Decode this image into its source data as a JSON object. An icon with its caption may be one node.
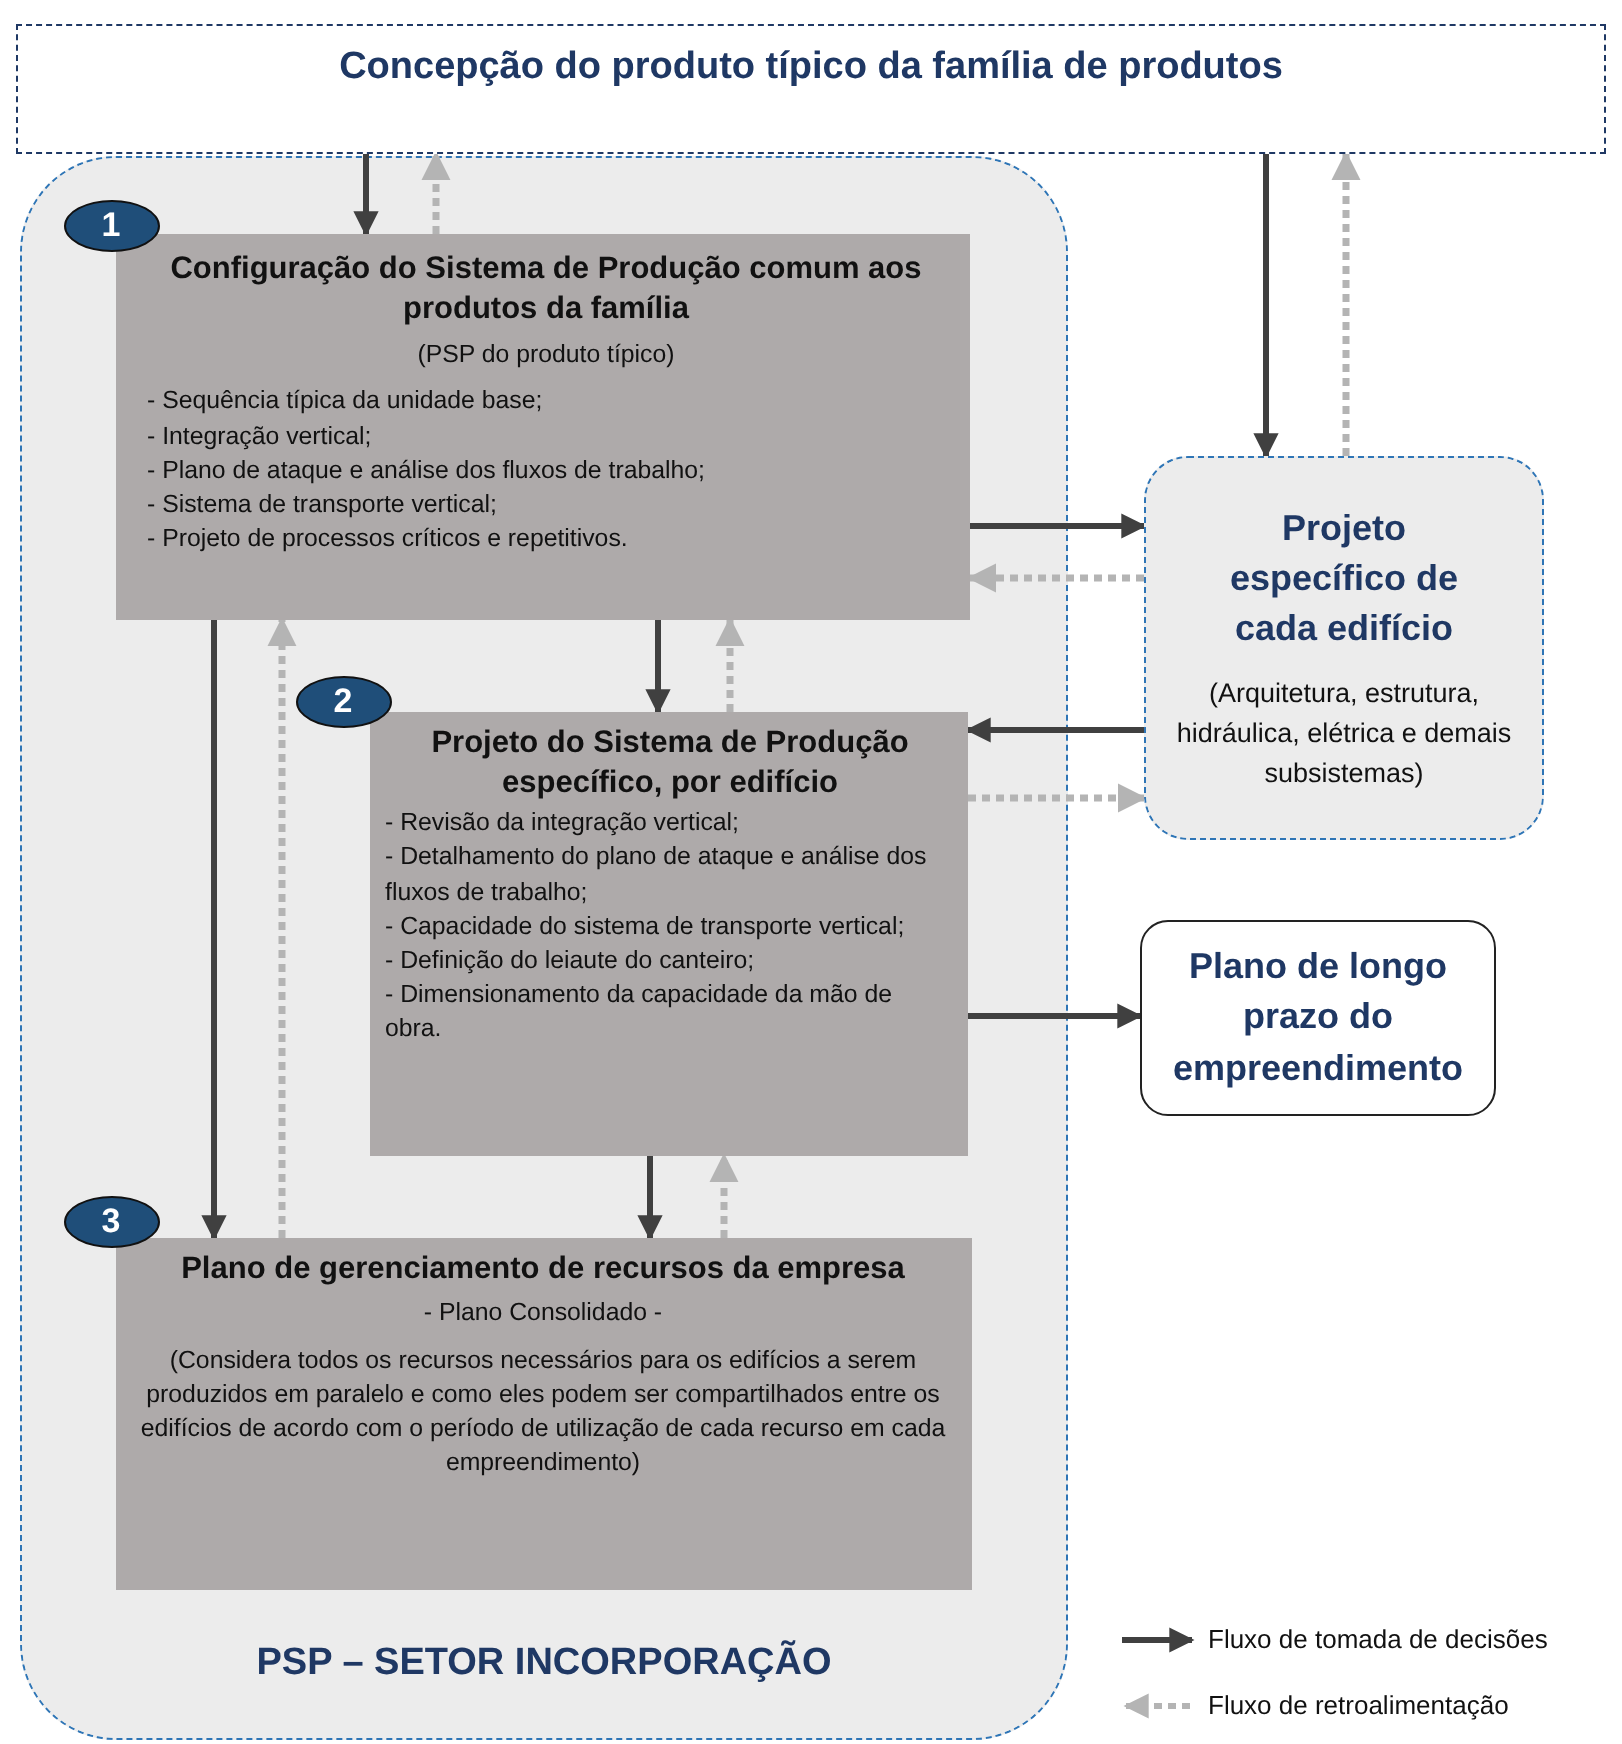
{
  "diagram": {
    "nodes": [
      {
        "text": [
          "Concepção do produto típico da família de produtos"
        ]
      },
      {
        "text": [
          "PSP – SETOR INCORPORAÇÃO"
        ]
      },
      {
        "text": [
          "1"
        ],
        "in": 1
      },
      {
        "text": [
          "Configuração do Sistema de Produção comum aos produtos da família",
          "(PSP do produto típico)",
          "- Sequência típica da unidade base;",
          "- Integração vertical;",
          "- Plano de ataque e análise dos fluxos de trabalho;",
          "- Sistema de transporte vertical;",
          "- Projeto de processos críticos e repetitivos."
        ],
        "in": 1
      },
      {
        "text": [
          "2"
        ],
        "in": 1
      },
      {
        "text": [
          "Projeto do Sistema de Produção específico, por edifício",
          "- Revisão da integração vertical;",
          "- Detalhamento do plano de ataque e análise dos fluxos de trabalho;",
          "- Capacidade do sistema de transporte vertical;",
          "- Definição do leiaute do canteiro;",
          "- Dimensionamento da capacidade da mão de obra."
        ],
        "in": 1
      },
      {
        "text": [
          "3"
        ],
        "in": 1
      },
      {
        "text": [
          "Plano de gerenciamento de recursos da empresa",
          "- Plano Consolidado -",
          "(Considera todos os recursos necessários para os edifícios a serem produzidos em paralelo e como eles podem ser compartilhados entre os edifícios de acordo com o período de utilização de cada recurso em cada empreendimento)"
        ],
        "in": 1
      },
      {
        "text": [
          "Projeto específico de cada edifício",
          "(Arquitetura, estrutura, hidráulica, elétrica e demais subsistemas)"
        ]
      },
      {
        "text": [
          "Plano de longo prazo do empreendimento"
        ]
      }
    ],
    "edges": [
      {
        "from": 0,
        "to": 3,
        "arrow": "to"
      },
      {
        "from": 3,
        "to": 0,
        "arrow": "to",
        "style": "dashed",
        "color": "#b4b4b4"
      },
      {
        "from": 0,
        "to": 8,
        "arrow": "to"
      },
      {
        "from": 8,
        "to": 0,
        "arrow": "to",
        "style": "dashed",
        "color": "#b4b4b4"
      },
      {
        "from": 3,
        "to": 8,
        "arrow": "to"
      },
      {
        "from": 8,
        "to": 3,
        "arrow": "to",
        "style": "dashed",
        "color": "#b4b4b4"
      },
      {
        "from": 3,
        "to": 5,
        "arrow": "to"
      },
      {
        "from": 5,
        "to": 3,
        "arrow": "to",
        "style": "dashed",
        "color": "#b4b4b4"
      },
      {
        "from": 8,
        "to": 5,
        "arrow": "to"
      },
      {
        "from": 5,
        "to": 8,
        "arrow": "to",
        "style": "dashed",
        "color": "#b4b4b4"
      },
      {
        "from": 5,
        "to": 9,
        "arrow": "to"
      },
      {
        "from": 3,
        "to": 7,
        "arrow": "to"
      },
      {
        "from": 7,
        "to": 3,
        "arrow": "to",
        "style": "dashed",
        "color": "#b4b4b4"
      },
      {
        "from": 5,
        "to": 7,
        "arrow": "to"
      },
      {
        "from": 7,
        "to": 5,
        "arrow": "to",
        "style": "dashed",
        "color": "#b4b4b4"
      }
    ],
    "legend": [
      {
        "text": "Fluxo de tomada de decisões"
      },
      {
        "text": "Fluxo de retroalimentação"
      }
    ]
  }
}
